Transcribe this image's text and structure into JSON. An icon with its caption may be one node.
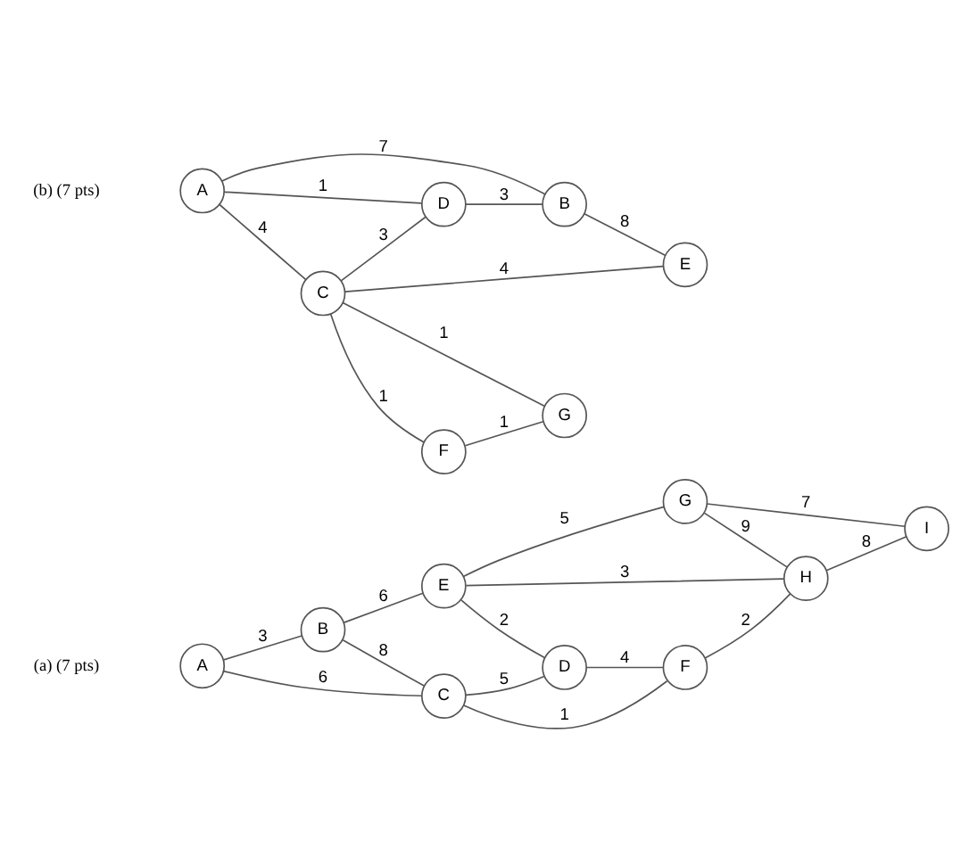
{
  "diagram": {
    "nodes": [
      {
        "text": [
          "A"
        ]
      },
      {
        "text": [
          "B"
        ]
      },
      {
        "text": [
          "C"
        ]
      },
      {
        "text": [
          "D"
        ]
      },
      {
        "text": [
          "E"
        ]
      },
      {
        "text": [
          "F"
        ]
      },
      {
        "text": [
          "G"
        ]
      },
      {
        "text": [
          "H"
        ]
      },
      {
        "text": [
          "I"
        ]
      },
      {
        "text": [
          "A"
        ]
      },
      {
        "text": [
          "B"
        ]
      },
      {
        "text": [
          "C"
        ]
      },
      {
        "text": [
          "D"
        ]
      },
      {
        "text": [
          "E"
        ]
      },
      {
        "text": [
          "F"
        ]
      },
      {
        "text": [
          "G"
        ]
      }
    ],
    "edges": [
      {
        "from": 0,
        "to": 1,
        "arrow": "none",
        "label": "3"
      },
      {
        "from": 0,
        "to": 2,
        "arrow": "none",
        "label": "6"
      },
      {
        "from": 1,
        "to": 2,
        "arrow": "none",
        "label": "8"
      },
      {
        "from": 1,
        "to": 4,
        "arrow": "none",
        "label": "6"
      },
      {
        "from": 4,
        "to": 6,
        "arrow": "none",
        "label": "5"
      },
      {
        "from": 4,
        "to": 3,
        "arrow": "none",
        "label": "2"
      },
      {
        "from": 4,
        "to": 7,
        "arrow": "none",
        "label": "3"
      },
      {
        "from": 2,
        "to": 3,
        "arrow": "none",
        "label": "5"
      },
      {
        "from": 3,
        "to": 5,
        "arrow": "none",
        "label": "4"
      },
      {
        "from": 2,
        "to": 5,
        "arrow": "none",
        "label": "1"
      },
      {
        "from": 5,
        "to": 7,
        "arrow": "none",
        "label": "2"
      },
      {
        "from": 6,
        "to": 7,
        "arrow": "none",
        "label": "9"
      },
      {
        "from": 6,
        "to": 8,
        "arrow": "none",
        "label": "7"
      },
      {
        "from": 7,
        "to": 8,
        "arrow": "none",
        "label": "8"
      },
      {
        "from": 9,
        "to": 10,
        "arrow": "none",
        "label": "7"
      },
      {
        "from": 9,
        "to": 12,
        "arrow": "none",
        "label": "1"
      },
      {
        "from": 9,
        "to": 11,
        "arrow": "none",
        "label": "4"
      },
      {
        "from": 12,
        "to": 10,
        "arrow": "none",
        "label": "3"
      },
      {
        "from": 11,
        "to": 12,
        "arrow": "none",
        "label": "3"
      },
      {
        "from": 10,
        "to": 13,
        "arrow": "none",
        "label": "8"
      },
      {
        "from": 11,
        "to": 13,
        "arrow": "none",
        "label": "4"
      },
      {
        "from": 11,
        "to": 15,
        "arrow": "none",
        "label": "1"
      },
      {
        "from": 11,
        "to": 14,
        "arrow": "none",
        "label": "1"
      },
      {
        "from": 14,
        "to": 15,
        "arrow": "none",
        "label": "1"
      }
    ],
    "labels": [
      "(a) (7 pts)",
      "(b) (7 pts)"
    ]
  }
}
